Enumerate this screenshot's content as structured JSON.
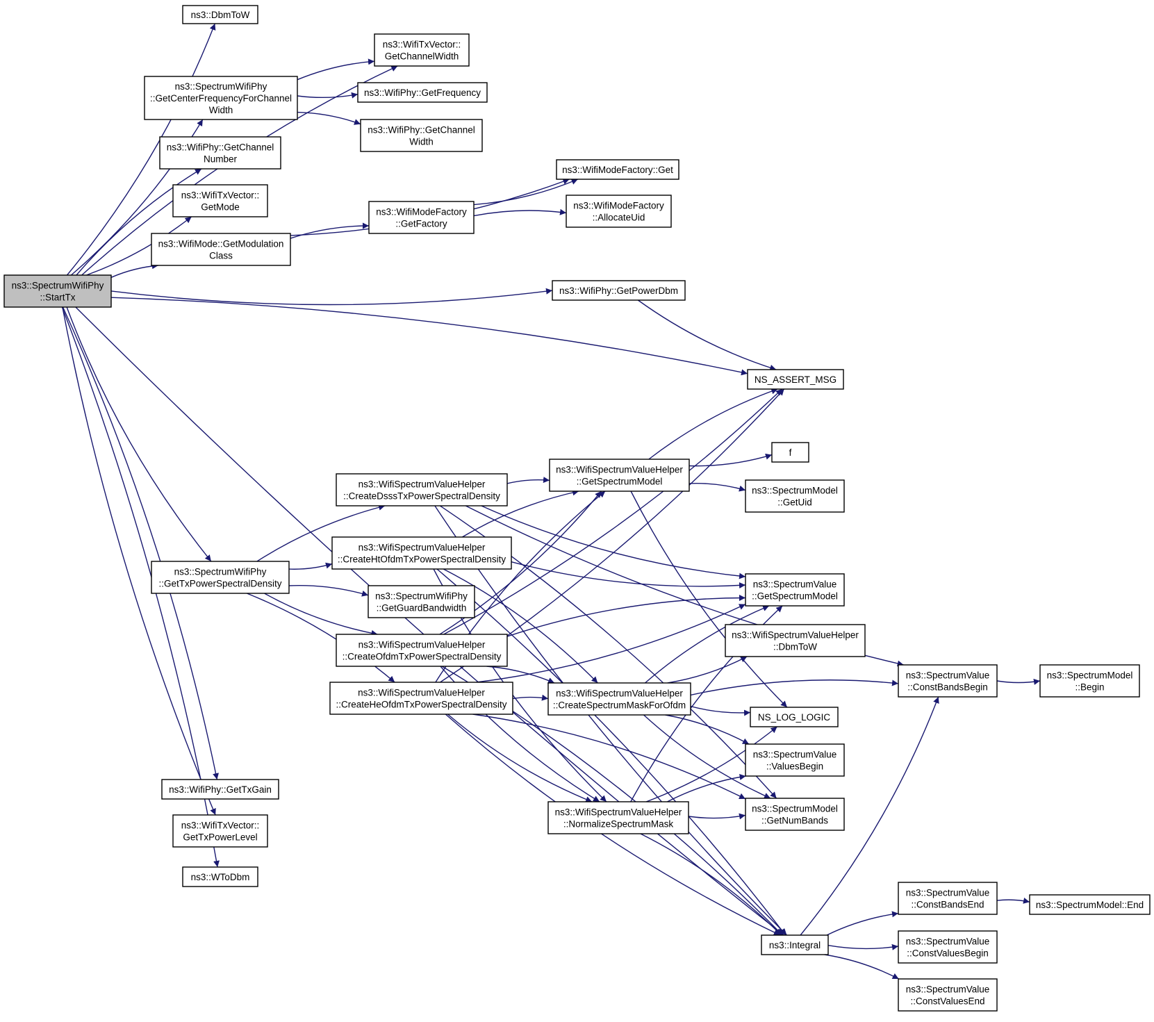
{
  "graph": {
    "nodes": [
      {
        "id": "startTx",
        "lines": [
          "ns3::SpectrumWifiPhy",
          "::StartTx"
        ],
        "root": true
      },
      {
        "id": "dbmToW",
        "lines": [
          "ns3::DbmToW"
        ]
      },
      {
        "id": "getChannelWidthVec",
        "lines": [
          "ns3::WifiTxVector::",
          "GetChannelWidth"
        ]
      },
      {
        "id": "getCenterFreq",
        "lines": [
          "ns3::SpectrumWifiPhy",
          "::GetCenterFrequencyForChannel",
          "Width"
        ]
      },
      {
        "id": "getFrequency",
        "lines": [
          "ns3::WifiPhy::GetFrequency"
        ]
      },
      {
        "id": "getChannelWidthPhy",
        "lines": [
          "ns3::WifiPhy::GetChannel",
          "Width"
        ]
      },
      {
        "id": "getChannelNumber",
        "lines": [
          "ns3::WifiPhy::GetChannel",
          "Number"
        ]
      },
      {
        "id": "getMode",
        "lines": [
          "ns3::WifiTxVector::",
          "GetMode"
        ]
      },
      {
        "id": "modeFactoryGet",
        "lines": [
          "ns3::WifiModeFactory::Get"
        ]
      },
      {
        "id": "getFactory",
        "lines": [
          "ns3::WifiModeFactory",
          "::GetFactory"
        ]
      },
      {
        "id": "allocateUid",
        "lines": [
          "ns3::WifiModeFactory",
          "::AllocateUid"
        ]
      },
      {
        "id": "getModulationClass",
        "lines": [
          "ns3::WifiMode::GetModulation",
          "Class"
        ]
      },
      {
        "id": "getPowerDbm",
        "lines": [
          "ns3::WifiPhy::GetPowerDbm"
        ]
      },
      {
        "id": "nsAssertMsg",
        "lines": [
          "NS_ASSERT_MSG"
        ]
      },
      {
        "id": "f",
        "lines": [
          "f"
        ]
      },
      {
        "id": "vhGetSpectrumModel",
        "lines": [
          "ns3::WifiSpectrumValueHelper",
          "::GetSpectrumModel"
        ]
      },
      {
        "id": "smGetUid",
        "lines": [
          "ns3::SpectrumModel",
          "::GetUid"
        ]
      },
      {
        "id": "createDsss",
        "lines": [
          "ns3::WifiSpectrumValueHelper",
          "::CreateDsssTxPowerSpectralDensity"
        ]
      },
      {
        "id": "createHtOfdm",
        "lines": [
          "ns3::WifiSpectrumValueHelper",
          "::CreateHtOfdmTxPowerSpectralDensity"
        ]
      },
      {
        "id": "getTxPsd",
        "lines": [
          "ns3::SpectrumWifiPhy",
          "::GetTxPowerSpectralDensity"
        ]
      },
      {
        "id": "getGuardBw",
        "lines": [
          "ns3::SpectrumWifiPhy",
          "::GetGuardBandwidth"
        ]
      },
      {
        "id": "svGetSpectrumModel",
        "lines": [
          "ns3::SpectrumValue",
          "::GetSpectrumModel"
        ]
      },
      {
        "id": "vhDbmToW",
        "lines": [
          "ns3::WifiSpectrumValueHelper",
          "::DbmToW"
        ]
      },
      {
        "id": "createOfdm",
        "lines": [
          "ns3::WifiSpectrumValueHelper",
          "::CreateOfdmTxPowerSpectralDensity"
        ]
      },
      {
        "id": "createHeOfdm",
        "lines": [
          "ns3::WifiSpectrumValueHelper",
          "::CreateHeOfdmTxPowerSpectralDensity"
        ]
      },
      {
        "id": "createMask",
        "lines": [
          "ns3::WifiSpectrumValueHelper",
          "::CreateSpectrumMaskForOfdm"
        ]
      },
      {
        "id": "constBandsBegin",
        "lines": [
          "ns3::SpectrumValue",
          "::ConstBandsBegin"
        ]
      },
      {
        "id": "smBegin",
        "lines": [
          "ns3::SpectrumModel",
          "::Begin"
        ]
      },
      {
        "id": "nsLogLogic",
        "lines": [
          "NS_LOG_LOGIC"
        ]
      },
      {
        "id": "valuesBegin",
        "lines": [
          "ns3::SpectrumValue",
          "::ValuesBegin"
        ]
      },
      {
        "id": "getNumBands",
        "lines": [
          "ns3::SpectrumModel",
          "::GetNumBands"
        ]
      },
      {
        "id": "normalizeMask",
        "lines": [
          "ns3::WifiSpectrumValueHelper",
          "::NormalizeSpectrumMask"
        ]
      },
      {
        "id": "getTxGain",
        "lines": [
          "ns3::WifiPhy::GetTxGain"
        ]
      },
      {
        "id": "getTxPowerLevel",
        "lines": [
          "ns3::WifiTxVector::",
          "GetTxPowerLevel"
        ]
      },
      {
        "id": "wToDbm",
        "lines": [
          "ns3::WToDbm"
        ]
      },
      {
        "id": "constBandsEnd",
        "lines": [
          "ns3::SpectrumValue",
          "::ConstBandsEnd"
        ]
      },
      {
        "id": "smEnd",
        "lines": [
          "ns3::SpectrumModel::End"
        ]
      },
      {
        "id": "integral",
        "lines": [
          "ns3::Integral"
        ]
      },
      {
        "id": "constValuesBegin",
        "lines": [
          "ns3::SpectrumValue",
          "::ConstValuesBegin"
        ]
      },
      {
        "id": "constValuesEnd",
        "lines": [
          "ns3::SpectrumValue",
          "::ConstValuesEnd"
        ]
      }
    ],
    "edges": [
      [
        "startTx",
        "dbmToW"
      ],
      [
        "startTx",
        "getChannelWidthVec"
      ],
      [
        "startTx",
        "getCenterFreq"
      ],
      [
        "startTx",
        "getChannelNumber"
      ],
      [
        "startTx",
        "getMode"
      ],
      [
        "startTx",
        "getModulationClass"
      ],
      [
        "startTx",
        "getPowerDbm"
      ],
      [
        "startTx",
        "nsAssertMsg"
      ],
      [
        "startTx",
        "getTxPsd"
      ],
      [
        "startTx",
        "getTxGain"
      ],
      [
        "startTx",
        "getTxPowerLevel"
      ],
      [
        "startTx",
        "wToDbm"
      ],
      [
        "startTx",
        "integral"
      ],
      [
        "getCenterFreq",
        "getChannelWidthVec"
      ],
      [
        "getCenterFreq",
        "getFrequency"
      ],
      [
        "getCenterFreq",
        "getChannelWidthPhy"
      ],
      [
        "getModulationClass",
        "modeFactoryGet"
      ],
      [
        "getModulationClass",
        "getFactory"
      ],
      [
        "getFactory",
        "modeFactoryGet"
      ],
      [
        "getFactory",
        "allocateUid"
      ],
      [
        "getPowerDbm",
        "nsAssertMsg"
      ],
      [
        "getTxPsd",
        "createDsss"
      ],
      [
        "getTxPsd",
        "createHtOfdm"
      ],
      [
        "getTxPsd",
        "getGuardBw"
      ],
      [
        "getTxPsd",
        "createOfdm"
      ],
      [
        "getTxPsd",
        "createHeOfdm"
      ],
      [
        "createDsss",
        "constBandsBegin"
      ],
      [
        "createDsss",
        "vhGetSpectrumModel"
      ],
      [
        "createDsss",
        "svGetSpectrumModel"
      ],
      [
        "createDsss",
        "getNumBands"
      ],
      [
        "createDsss",
        "integral"
      ],
      [
        "createHtOfdm",
        "vhGetSpectrumModel"
      ],
      [
        "createHtOfdm",
        "svGetSpectrumModel"
      ],
      [
        "createHtOfdm",
        "createMask"
      ],
      [
        "createHtOfdm",
        "normalizeMask"
      ],
      [
        "createHtOfdm",
        "integral"
      ],
      [
        "createOfdm",
        "vhGetSpectrumModel"
      ],
      [
        "createOfdm",
        "svGetSpectrumModel"
      ],
      [
        "createOfdm",
        "nsAssertMsg"
      ],
      [
        "createOfdm",
        "createMask"
      ],
      [
        "createOfdm",
        "normalizeMask"
      ],
      [
        "createOfdm",
        "integral"
      ],
      [
        "createHeOfdm",
        "nsAssertMsg"
      ],
      [
        "createHeOfdm",
        "vhGetSpectrumModel"
      ],
      [
        "createHeOfdm",
        "svGetSpectrumModel"
      ],
      [
        "createHeOfdm",
        "createMask"
      ],
      [
        "createHeOfdm",
        "normalizeMask"
      ],
      [
        "createHeOfdm",
        "getNumBands"
      ],
      [
        "createHeOfdm",
        "integral"
      ],
      [
        "vhGetSpectrumModel",
        "nsAssertMsg"
      ],
      [
        "vhGetSpectrumModel",
        "f"
      ],
      [
        "vhGetSpectrumModel",
        "smGetUid"
      ],
      [
        "vhGetSpectrumModel",
        "nsLogLogic"
      ],
      [
        "createMask",
        "svGetSpectrumModel"
      ],
      [
        "createMask",
        "vhDbmToW"
      ],
      [
        "createMask",
        "constBandsBegin"
      ],
      [
        "createMask",
        "nsLogLogic"
      ],
      [
        "createMask",
        "valuesBegin"
      ],
      [
        "createMask",
        "getNumBands"
      ],
      [
        "normalizeMask",
        "svGetSpectrumModel"
      ],
      [
        "normalizeMask",
        "nsLogLogic"
      ],
      [
        "normalizeMask",
        "valuesBegin"
      ],
      [
        "normalizeMask",
        "getNumBands"
      ],
      [
        "normalizeMask",
        "integral"
      ],
      [
        "integral",
        "constBandsBegin"
      ],
      [
        "integral",
        "constBandsEnd"
      ],
      [
        "integral",
        "constValuesBegin"
      ],
      [
        "integral",
        "constValuesEnd"
      ],
      [
        "constBandsBegin",
        "smBegin"
      ],
      [
        "constBandsEnd",
        "smEnd"
      ]
    ]
  }
}
